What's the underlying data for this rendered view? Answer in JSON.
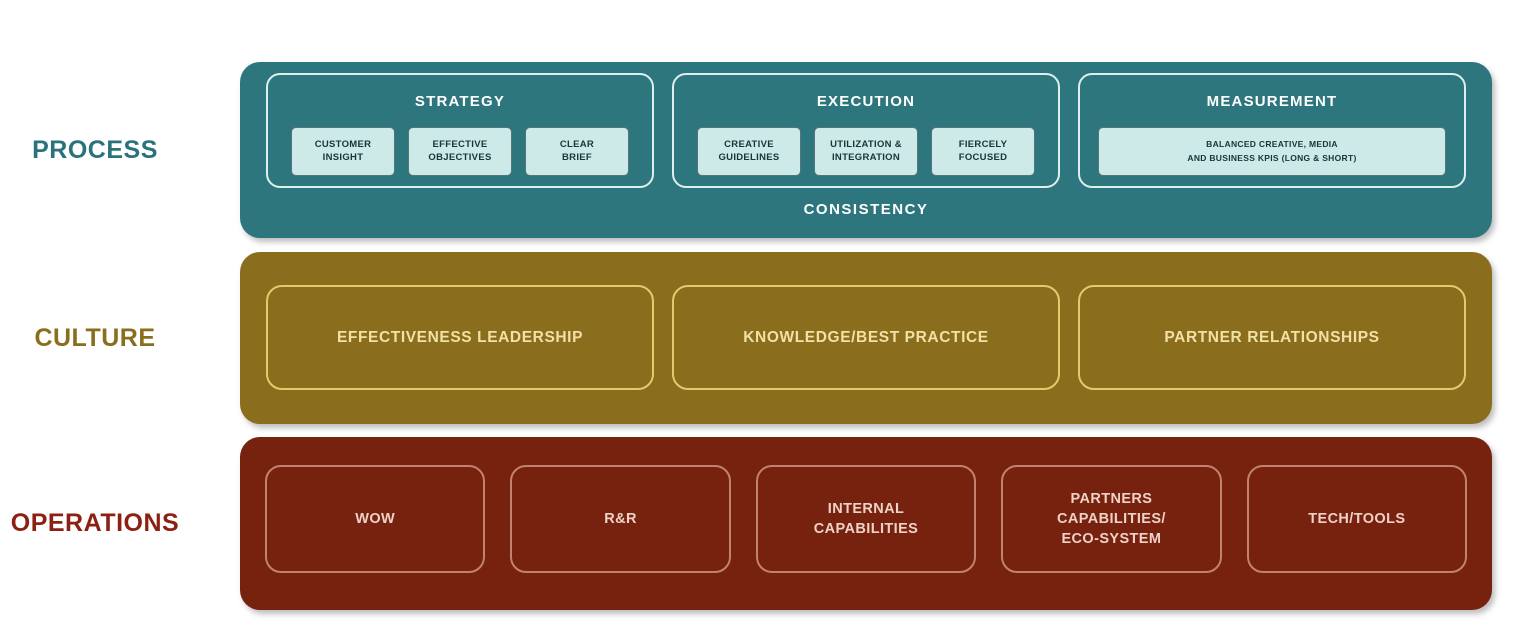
{
  "palette": {
    "background": "#ffffff",
    "process_band": "#2E767E",
    "process_label_text": "#2A727C",
    "section_border": "#EEF8F8",
    "chip_bg": "#CDE9E8",
    "chip_text": "#14373B",
    "culture_band": "#8A6E1E",
    "culture_box_border": "#E4CA6E",
    "culture_text": "#F1E1A4",
    "operations_band": "#77210F",
    "operations_box_border": "#C1836F",
    "operations_text": "#EFD2C6"
  },
  "process": {
    "label": "PROCESS",
    "footer": "CONSISTENCY",
    "sections": [
      {
        "title": "STRATEGY",
        "chips": [
          {
            "lines": [
              "CUSTOMER",
              "INSIGHT"
            ]
          },
          {
            "lines": [
              "EFFECTIVE",
              "OBJECTIVES"
            ]
          },
          {
            "lines": [
              "CLEAR",
              "BRIEF"
            ]
          }
        ]
      },
      {
        "title": "EXECUTION",
        "chips": [
          {
            "lines": [
              "CREATIVE",
              "GUIDELINES"
            ]
          },
          {
            "lines": [
              "UTILIZATION &",
              "INTEGRATION"
            ]
          },
          {
            "lines": [
              "FIERCELY",
              "FOCUSED"
            ]
          }
        ]
      },
      {
        "title": "MEASUREMENT",
        "wide_chip": {
          "lines": [
            "BALANCED CREATIVE, MEDIA",
            "AND BUSINESS KPIS (LONG & SHORT)"
          ]
        }
      }
    ]
  },
  "culture": {
    "label": "CULTURE",
    "boxes": [
      "EFFECTIVENESS LEADERSHIP",
      "KNOWLEDGE/BEST PRACTICE",
      "PARTNER RELATIONSHIPS"
    ]
  },
  "operations": {
    "label": "OPERATIONS",
    "boxes": [
      {
        "lines": [
          "WOW"
        ]
      },
      {
        "lines": [
          "R&R"
        ]
      },
      {
        "lines": [
          "INTERNAL",
          "CAPABILITIES"
        ]
      },
      {
        "lines": [
          "PARTNERS",
          "CAPABILITIES/",
          "ECO-SYSTEM"
        ]
      },
      {
        "lines": [
          "TECH/TOOLS"
        ]
      }
    ]
  }
}
